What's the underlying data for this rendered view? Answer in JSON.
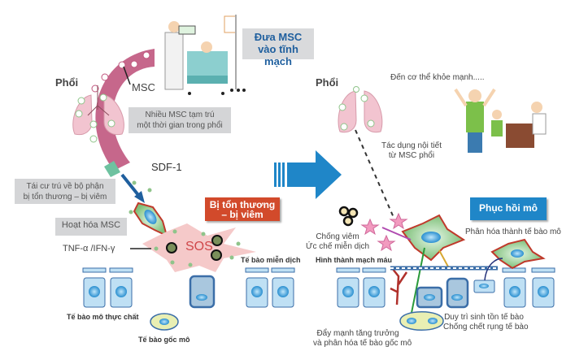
{
  "left": {
    "lung_label": "Phổi",
    "msc_label": "MSC",
    "iv_box": [
      "Đưa MSC",
      "vào tĩnh mạch"
    ],
    "lung_stay_box": [
      "Nhiều MSC tạm trú",
      "một thời gian trong phổi"
    ],
    "sdf_label": "SDF-1",
    "rehome_box": [
      "Tái cư trú về bộ phận",
      "bị tổn thương – bị viêm"
    ],
    "activate_box": "Hoạt hóa MSC",
    "cytokine_label": "TNF-α /IFN-γ",
    "injury_box": [
      "Bị tổn thương",
      "– bị viêm"
    ],
    "sos_label": "SOS",
    "immune_cell_label": "Tế bào miễn dịch",
    "parenchymal_label": "Tế bào mô thực chất",
    "stem_cell_label": "Tế bào gốc mô"
  },
  "right": {
    "lung_label": "Phổi",
    "healthy_label": "Đến cơ thể khỏe mạnh.....",
    "endocrine_label": [
      "Tác dụng nội tiết",
      "từ MSC phổi"
    ],
    "recovery_box": "Phục hồi mô",
    "differentiate_label": "Phân hóa thành tế bào mô",
    "anti_inflam_label": [
      "Chống viêm",
      "Ức chế miễn dịch"
    ],
    "angiogenesis_label": "Hình thành mạch máu",
    "survival_label": [
      "Duy trì sinh tồn tế bào",
      "Chống chết rụng tế bào"
    ],
    "growth_label": [
      "Đẩy mạnh tăng trưởng",
      "và phân hóa tế bào gốc mô"
    ]
  },
  "colors": {
    "accent_blue": "#1f86c8",
    "injury_red": "#d24a2b",
    "vessel": "#c0567e",
    "lung": "#f2c4d0",
    "cell": "#bfe0f4"
  }
}
